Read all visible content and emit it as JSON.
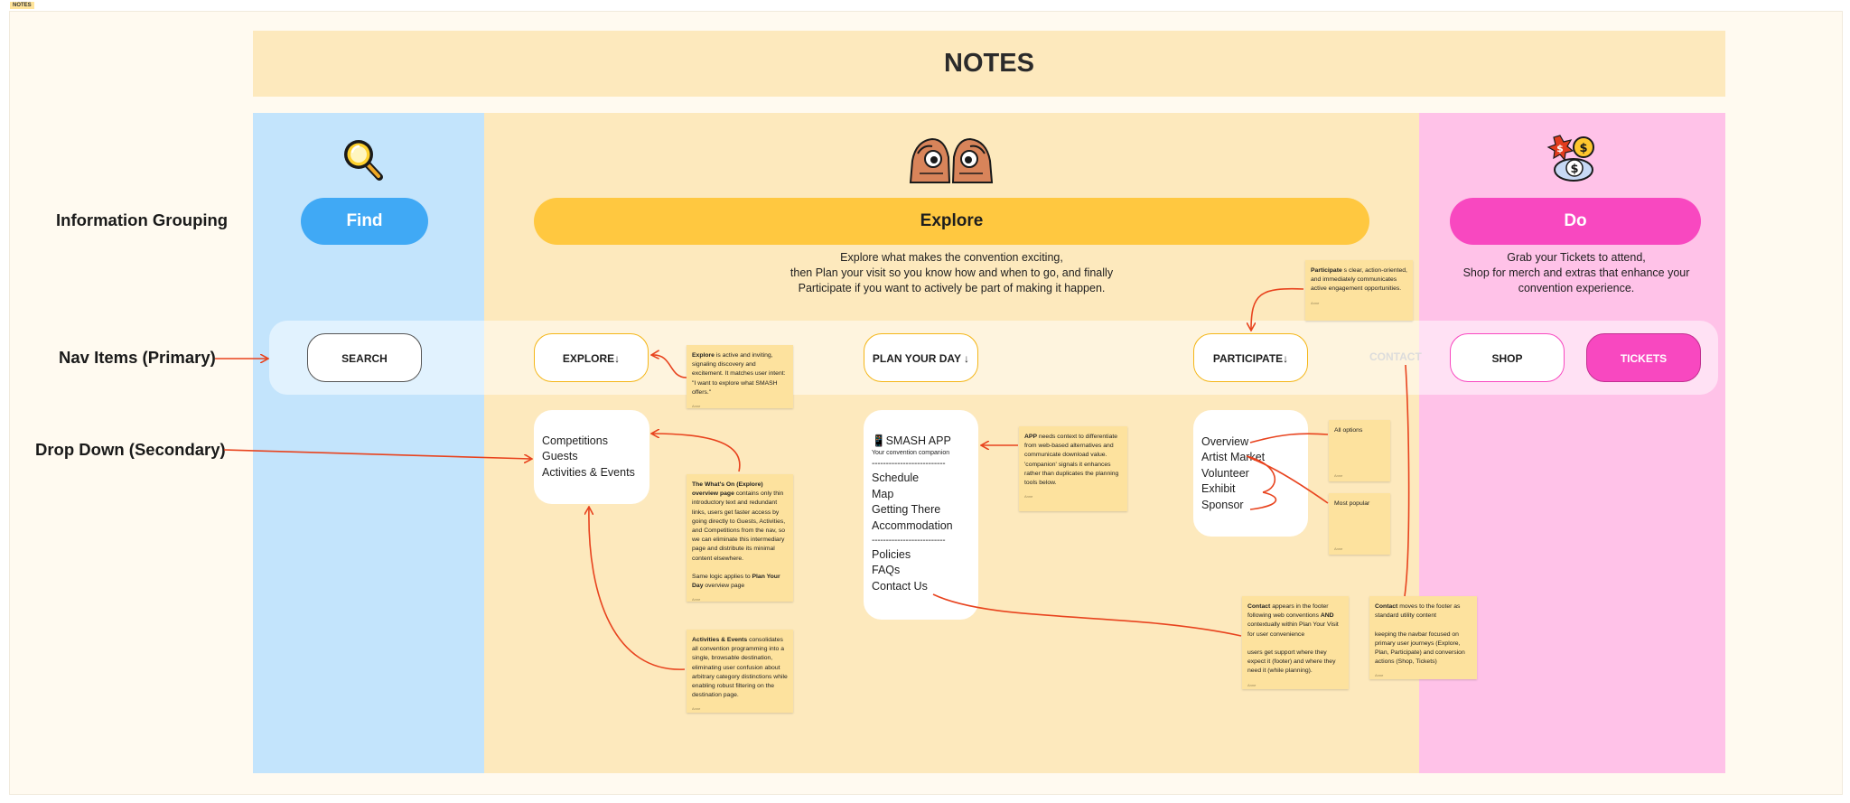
{
  "frame_label": "NOTES",
  "header": {
    "title": "NOTES"
  },
  "rows": {
    "info_grouping": "Information Grouping",
    "nav_primary": "Nav Items (Primary)",
    "dropdown_secondary": "Drop Down (Secondary)"
  },
  "groups": {
    "find": {
      "label": "Find",
      "icon": "magnifying-glass-icon",
      "color": "#40a9f5"
    },
    "explore": {
      "label": "Explore",
      "icon": "binocular-hands-icon",
      "color": "#ffc840",
      "description": "Explore what makes the convention exciting,\nthen Plan your visit so you know how and when to go, and finally\nParticipate if you want to actively be part of making it happen."
    },
    "do": {
      "label": "Do",
      "icon": "money-bag-icon",
      "color": "#f848c0",
      "description": "Grab your Tickets to attend,\nShop for merch and extras that enhance your\nconvention experience."
    }
  },
  "nav": {
    "search": "SEARCH",
    "explore": "EXPLORE↓",
    "plan": "PLAN YOUR DAY ↓",
    "participate": "PARTICIPATE↓",
    "contact": "CONTACT",
    "shop": "SHOP",
    "tickets": "TICKETS"
  },
  "dropdowns": {
    "explore": [
      "Competitions",
      "Guests",
      "Activities & Events"
    ],
    "plan": {
      "app_title": "📱SMASH APP",
      "app_subtitle": "Your convention companion",
      "divider": "--------------------------",
      "group1": [
        "Schedule",
        "Map",
        "Getting There",
        "Accommodation"
      ],
      "group2": [
        "Policies",
        "FAQs",
        "Contact Us"
      ]
    },
    "participate": [
      "Overview",
      "Artist Market",
      "Volunteer",
      "Exhibit",
      "Sponsor"
    ]
  },
  "notes": {
    "explore": {
      "bold": "Explore",
      "text": " is active and inviting, signaling discovery and excitement. It matches user intent: \"I want to explore what SMASH offers.\"",
      "author": "Anne"
    },
    "whats_on": {
      "bold": "The What's On (Explore) overview page",
      "text": " contains only thin introductory text and redundant links, users get faster access by going directly to Guests, Activities, and Competitions from the nav, so we can eliminate this intermediary page and distribute its minimal content elsewhere.",
      "text2": "Same logic applies to ",
      "bold2": "Plan Your Day",
      "text3": " overview page",
      "author": "Anne"
    },
    "activities": {
      "bold": "Activities & Events",
      "text": " consolidates all convention programming into a single, browsable destination, eliminating user confusion about arbitrary category distinctions while enabling robust filtering on the destination page.",
      "author": "Anne"
    },
    "app": {
      "bold": "APP",
      "text": " needs context to differentiate from web-based alternatives and communicate download value. 'companion' signals it enhances rather than duplicates the planning tools below.",
      "author": "Anne"
    },
    "participate": {
      "bold": "Participate",
      "text": " s clear, action-oriented, and immediately communicates active engagement opportunities.",
      "author": "Anne"
    },
    "all_options": {
      "text": "All options",
      "author": "Anne"
    },
    "most_popular": {
      "text": "Most popular",
      "author": "Anne"
    },
    "contact_footer": {
      "bold": "Contact",
      "text": " appears in the footer following web conventions ",
      "bold2": "AND",
      "text2": " contextually within Plan Your Visit for user convenience",
      "text3": "users get support where they expect it (footer) and where they need it (while planning).",
      "author": "Anne"
    },
    "contact_moves": {
      "bold": "Contact",
      "text": " moves to the footer as standard utility content",
      "text2": "keeping the navbar focused on primary user journeys (Explore, Plan, Participate) and conversion actions (Shop, Tickets)",
      "author": "Anne"
    }
  },
  "colors": {
    "find_column": "#c3e4fc",
    "explore_column": "#fde9bd",
    "do_column": "#ffc2e8",
    "arrow": "#e8431e",
    "sticky": "#fde29e"
  }
}
